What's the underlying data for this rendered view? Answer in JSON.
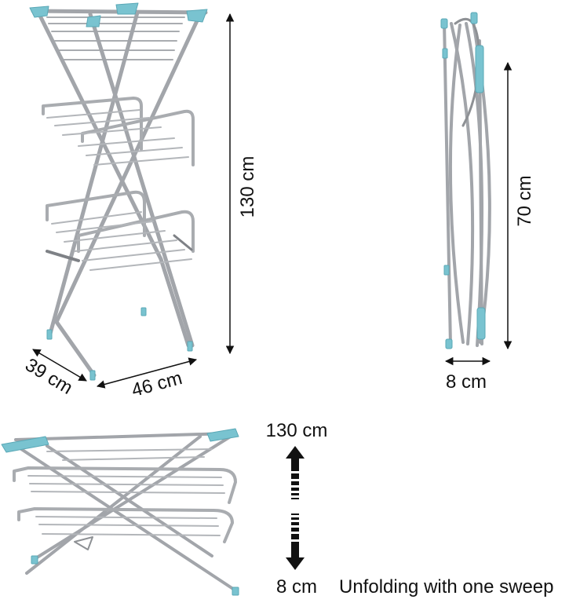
{
  "dimensions": {
    "height_open": "130 cm",
    "depth": "39 cm",
    "width": "46 cm",
    "height_folded": "70 cm",
    "thickness_folded": "8 cm"
  },
  "unfold_panel": {
    "top_label": "130 cm",
    "bottom_label": "8 cm",
    "caption": "Unfolding with one sweep"
  },
  "colors": {
    "frame": "#a9acb0",
    "frame_dark": "#8e9195",
    "accent": "#79c3d0",
    "text": "#111111"
  },
  "icons": {
    "dimension_arrow": "double-headed-arrow",
    "unfold_arrow": "dashed-up-down-arrow"
  }
}
